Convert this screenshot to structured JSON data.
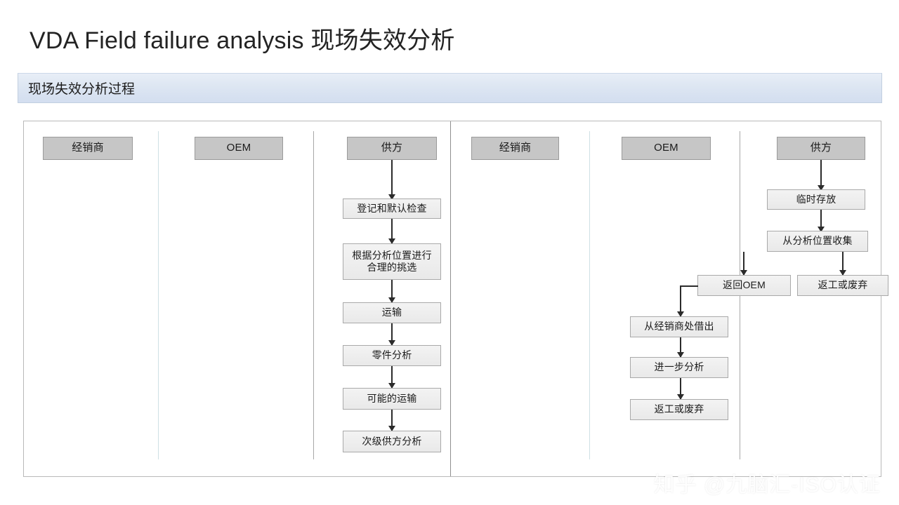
{
  "slide": {
    "title": "VDA Field failure analysis 现场失效分析",
    "subtitle": "现场失效分析过程"
  },
  "watermark": "知乎 @九脑汇-ISO认证",
  "colors": {
    "header_box_fill": "#c6c6c6",
    "header_box_border": "#9a9a9a",
    "step_box_fill": "#eeeeee",
    "step_box_border": "#a9a9a9",
    "connector": "#2b2b2b",
    "subtitle_bar": "#dde6f2",
    "frame_border": "#b9b9b9"
  },
  "left_panel": {
    "lanes": [
      {
        "header": "经销商"
      },
      {
        "header": "OEM"
      },
      {
        "header": "供方"
      }
    ],
    "supplier_steps": [
      "登记和默认检查",
      "根据分析位置进行合理的挑选",
      "运输",
      "零件分析",
      "可能的运输",
      "次级供方分析"
    ]
  },
  "right_panel": {
    "lanes": [
      {
        "header": "经销商"
      },
      {
        "header": "OEM"
      },
      {
        "header": "供方"
      }
    ],
    "supplier_steps": [
      "临时存放",
      "从分析位置收集"
    ],
    "branch_steps": [
      "返回OEM",
      "返工或废弃"
    ],
    "oem_steps": [
      "从经销商处借出",
      "进一步分析",
      "返工或废弃"
    ]
  }
}
